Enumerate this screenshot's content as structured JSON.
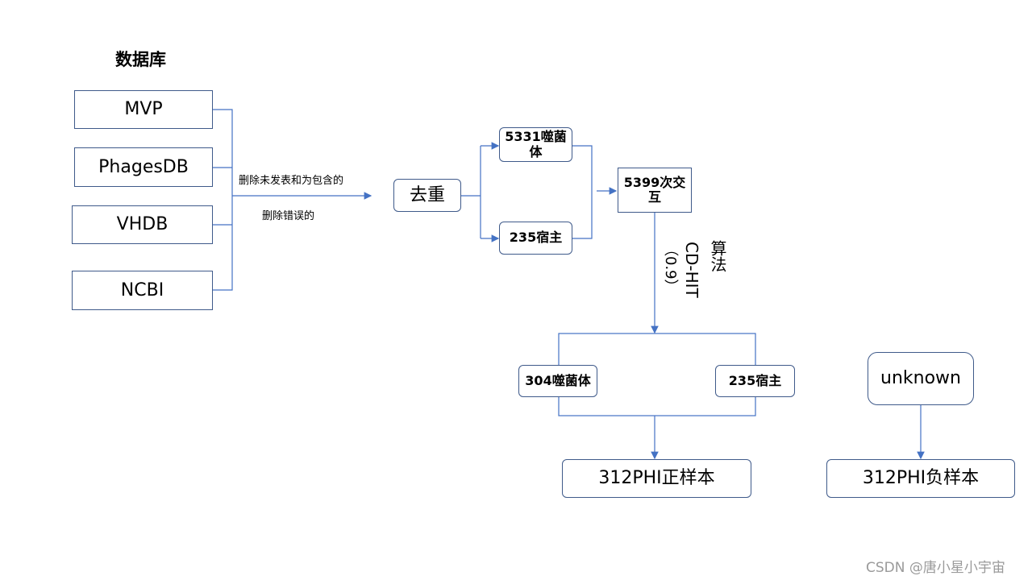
{
  "title": "数据库",
  "databases": [
    "MVP",
    "PhagesDB",
    "VHDB",
    "NCBI"
  ],
  "filter_label_line1": "删除未发表和为包含的",
  "filter_label_line2": "删除错误的",
  "dedup": "去重",
  "phage_count": "5331噬菌体",
  "host_count": "235宿主",
  "interactions": "5399次交互",
  "algorithm_label": "算法",
  "algorithm_name": "CD-HIT",
  "algorithm_param": "（0.9）",
  "clustered_phage": "304噬菌体",
  "clustered_host": "235宿主",
  "unknown": "unknown",
  "positive_samples": "312PHI正样本",
  "negative_samples": "312PHI负样本",
  "watermark": "CSDN @唐小星小宇宙",
  "colors": {
    "line": "#4472c4",
    "border": "#3f5a8a"
  }
}
